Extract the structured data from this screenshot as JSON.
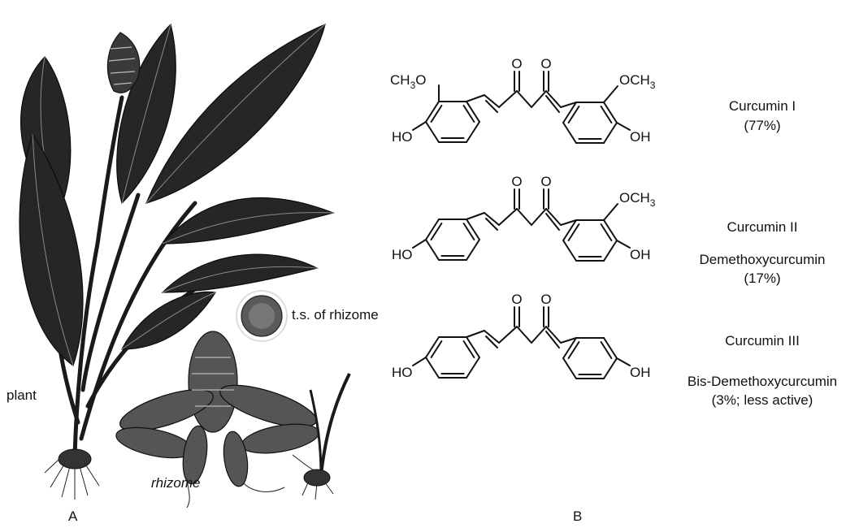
{
  "panels": {
    "left": {
      "letter": "A"
    },
    "right": {
      "letter": "B"
    }
  },
  "plant_labels": {
    "plant": "plant",
    "rhizome": "rhizome",
    "section": "t.s. of rhizome"
  },
  "molecules": [
    {
      "name": "Curcumin I",
      "alt_name": "",
      "percent": "(77%)",
      "left_sub": "CH3O",
      "right_sub": "OCH3",
      "left_oh": "HO",
      "right_oh": "OH",
      "carbonyl_left": "O",
      "carbonyl_right": "O"
    },
    {
      "name": "Curcumin II",
      "alt_name": "Demethoxycurcumin",
      "percent": "(17%)",
      "left_sub": "",
      "right_sub": "OCH3",
      "left_oh": "HO",
      "right_oh": "OH",
      "carbonyl_left": "O",
      "carbonyl_right": "O"
    },
    {
      "name": "Curcumin III",
      "alt_name": "Bis-Demethoxycurcumin",
      "percent": "(3%; less active)",
      "left_sub": "",
      "right_sub": "",
      "left_oh": "HO",
      "right_oh": "OH",
      "carbonyl_left": "O",
      "carbonyl_right": "O"
    }
  ]
}
